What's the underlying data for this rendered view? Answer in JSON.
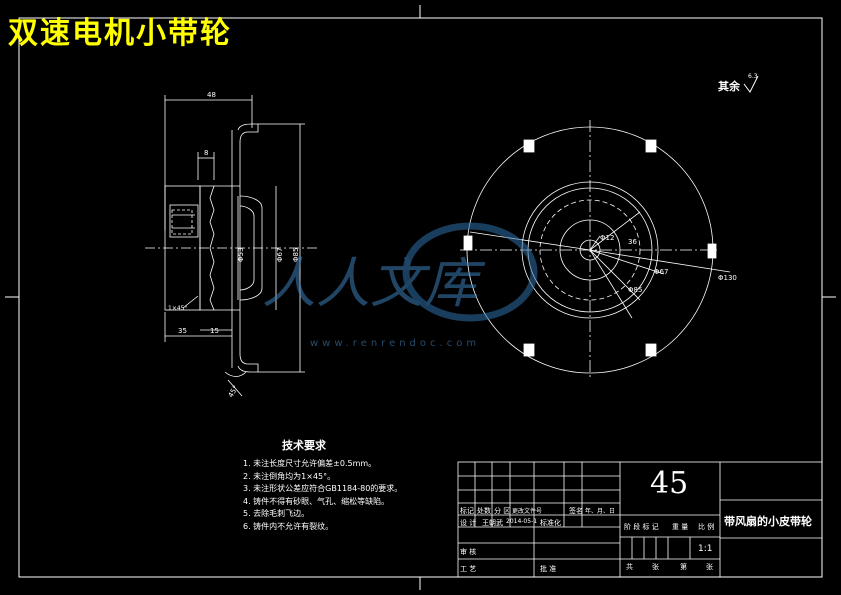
{
  "title": "双速电机小带轮",
  "roughness": {
    "label": "其余",
    "value": "6.3"
  },
  "side_view": {
    "dim_overall_width": "48",
    "dim_hub": "8",
    "dim_d1": "Φ53",
    "dim_d2": "Φ67",
    "dim_d3": "Φ85",
    "dim_left": "35",
    "dim_right": "15",
    "dim_chamfer": "1×45°",
    "dim_angle": "45°"
  },
  "front_view": {
    "dim_center": "Φ12",
    "dim_r": "36",
    "dim_d67": "Φ67",
    "dim_d85": "Φ85",
    "dim_outer": "Φ130"
  },
  "watermark": {
    "cn": "人人文库",
    "url": "www.renrendoc.com"
  },
  "tech_requirements": {
    "heading": "技术要求",
    "items": [
      "1. 未注长度尺寸允许偏差±0.5mm。",
      "2. 未注倒角均为1×45°。",
      "3. 未注形状公差应符合GB1184-80的要求。",
      "4. 铸件不得有砂眼、气孔、缩松等缺陷。",
      "5. 去除毛刺飞边。",
      "6. 铸件内不允许有裂纹。"
    ]
  },
  "title_block": {
    "material": "45",
    "part_name": "带风扇的小皮带轮",
    "row_headers": [
      "标记",
      "处数",
      "分 区",
      "更改文件号",
      "签名",
      "年、月、日"
    ],
    "design_row": [
      "设 计",
      "王朝武",
      "2014-05-1",
      "标准化"
    ],
    "stage_labels": [
      "阶 段 标 记",
      "重 量",
      "比 例"
    ],
    "scale": "1:1",
    "review": "审 核",
    "process": "工 艺",
    "approve": "批 准",
    "sheet_labels": [
      "共",
      "张",
      "第",
      "张"
    ]
  }
}
